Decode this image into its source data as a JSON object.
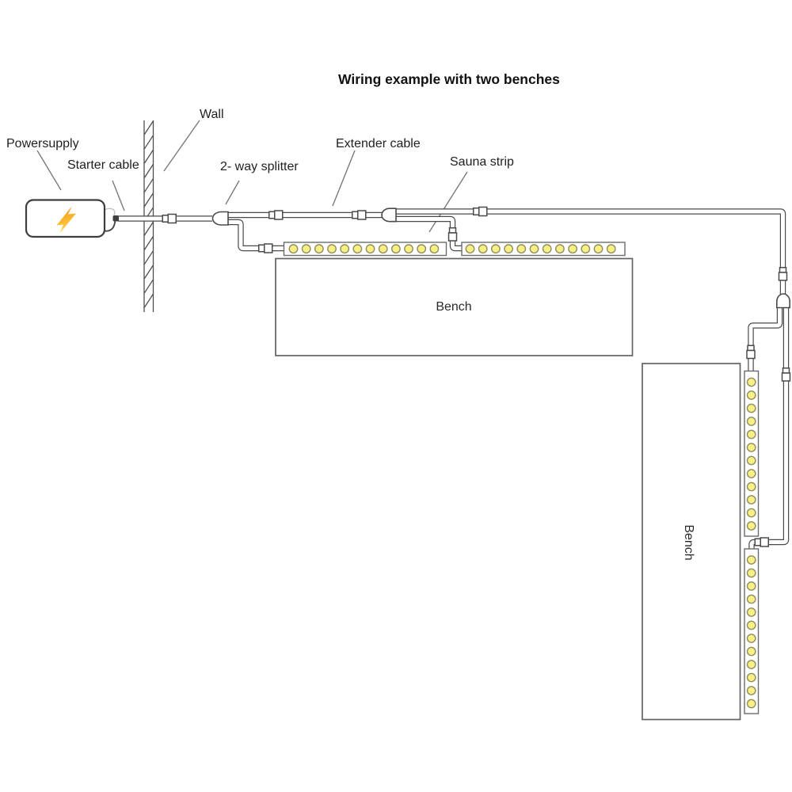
{
  "title": "Wiring example with two benches",
  "labels": {
    "powersupply": "Powersupply",
    "starter_cable": "Starter cable",
    "wall": "Wall",
    "splitter": "2- way splitter",
    "extender_cable": "Extender cable",
    "sauna_strip": "Sauna strip"
  },
  "benches": {
    "bench1_label": "Bench",
    "bench2_label": "Bench"
  },
  "strips": {
    "strip1_leds": 12,
    "strip2_leds": 12,
    "strip3_leds": 12,
    "strip4_leds": 12
  },
  "icons": {
    "power_supply_icon": "lightning-bolt"
  },
  "colors": {
    "led_fill": "#f8ef85",
    "led_ring": "#8f8d62",
    "line": "#4a4a4a",
    "leader": "#7a7a7a",
    "bolt_top": "#ef8f12",
    "bolt_bottom": "#ffd84e"
  }
}
